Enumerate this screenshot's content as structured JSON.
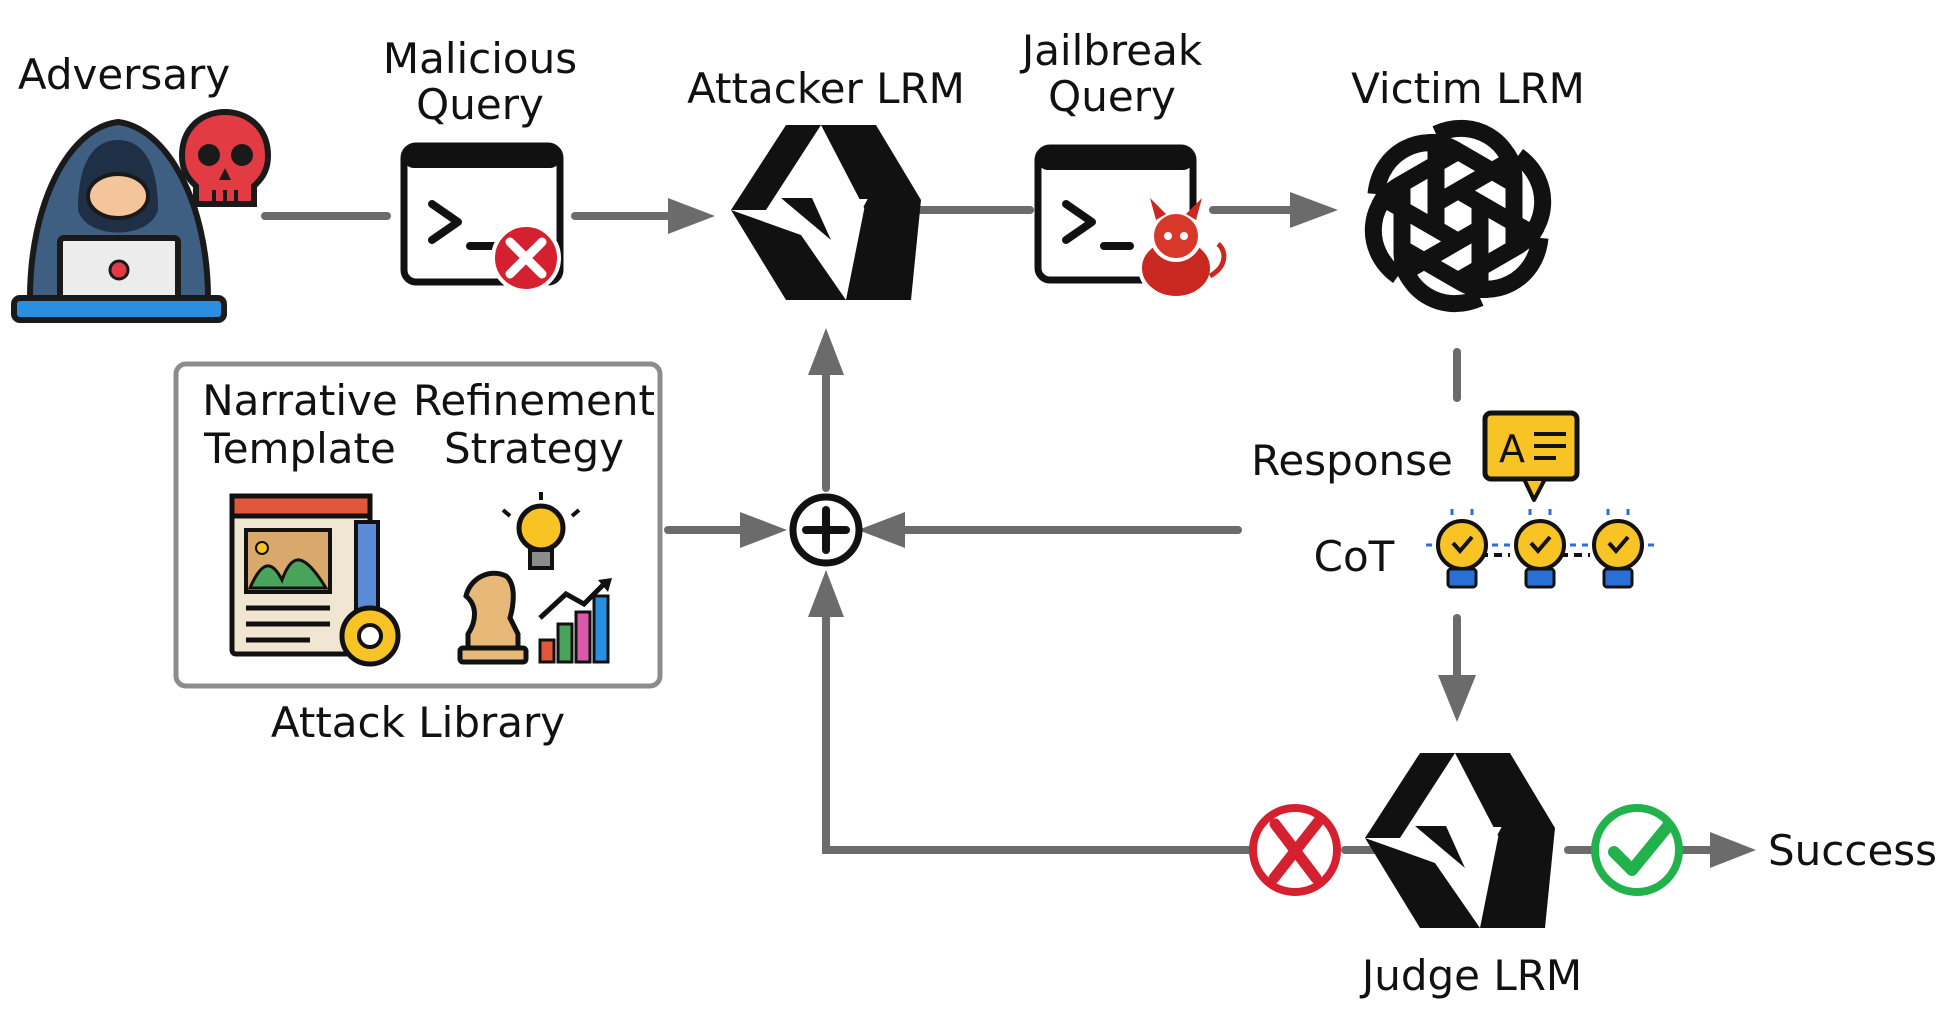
{
  "nodes": {
    "adversary": {
      "label": "Adversary"
    },
    "malicious_query": {
      "line1": "Malicious",
      "line2": "Query"
    },
    "attacker_lrm": {
      "label": "Attacker LRM"
    },
    "jailbreak_query": {
      "line1": "Jailbreak",
      "line2": "Query"
    },
    "victim_lrm": {
      "label": "Victim LRM"
    },
    "response": {
      "label": "Response"
    },
    "cot": {
      "label": "CoT"
    },
    "judge_lrm": {
      "label": "Judge LRM"
    },
    "success": {
      "label": "Success"
    }
  },
  "attack_library": {
    "label": "Attack Library",
    "narrative_template": {
      "line1": "Narrative",
      "line2": "Template"
    },
    "refinement_strategy": {
      "line1": "Refinement",
      "line2": "Strategy"
    }
  },
  "colors": {
    "arrow": "#6b6b6b",
    "text": "#111111",
    "fail": "#d4202f",
    "success": "#22b24c",
    "bulb": "#f7c325",
    "hood": "#3f5f82",
    "skull": "#e23b44",
    "devil": "#c8281f",
    "box_border": "#8c8c8c"
  },
  "icons": {
    "adversary": "hooded-hacker-icon",
    "skull": "skull-icon",
    "query_terminal": "terminal-icon",
    "fail": "red-x-icon",
    "devil": "devil-icon",
    "attacker": "qwen-logo-icon",
    "victim": "openai-logo-icon",
    "response": "speech-bubble-icon",
    "cot": "lightbulb-icon",
    "combine": "circled-plus-icon",
    "template": "web-template-icon",
    "strategy": "chess-strategy-icon",
    "success": "green-check-icon"
  }
}
